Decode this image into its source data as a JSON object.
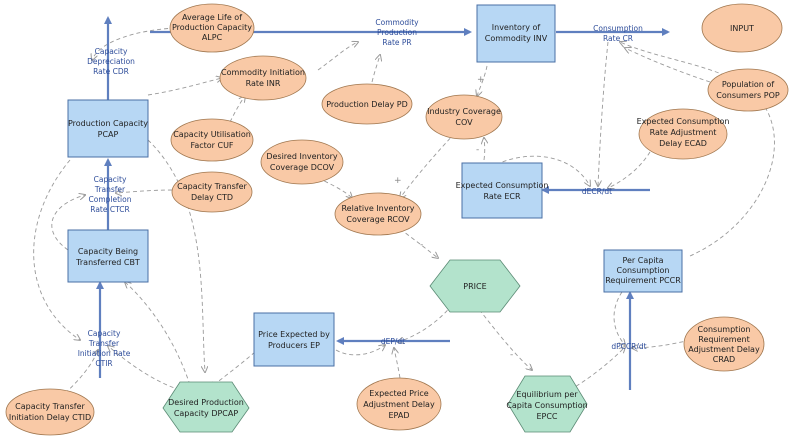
{
  "colors": {
    "stock_fill": "#b7d7f4",
    "stock_stroke": "#4a6fa5",
    "aux_fill": "#f9c9a6",
    "aux_stroke": "#a0774f",
    "hex_fill": "#b3e3cc",
    "hex_stroke": "#5a8a74",
    "flow": "#5f7fbf",
    "link": "#9a9a9a"
  },
  "stocks": [
    {
      "id": "inv",
      "line1": "Inventory of",
      "line2": "Commodity INV"
    },
    {
      "id": "pcap",
      "line1": "Production Capacity",
      "line2": "PCAP"
    },
    {
      "id": "ecr",
      "line1": "Expected Consumption",
      "line2": "Rate ECR"
    },
    {
      "id": "cbt",
      "line1": "Capacity Being",
      "line2": "Transferred CBT"
    },
    {
      "id": "ep",
      "line1": "Price Expected by",
      "line2": "Producers EP"
    },
    {
      "id": "pccr",
      "line1": "Per Capita",
      "line2": "Consumption",
      "line3": "Requirement PCCR"
    }
  ],
  "auxiliaries": [
    {
      "id": "alpc",
      "line1": "Average Life of",
      "line2": "Production Capacity",
      "line3": "ALPC"
    },
    {
      "id": "inr",
      "line1": "Commodity Initiation",
      "line2": "Rate INR"
    },
    {
      "id": "pd",
      "line1": "Production Delay PD"
    },
    {
      "id": "input",
      "line1": "INPUT"
    },
    {
      "id": "pop",
      "line1": "Population of",
      "line2": "Consumers POP"
    },
    {
      "id": "cov",
      "line1": "Industry Coverage",
      "line2": "COV"
    },
    {
      "id": "ecad",
      "line1": "Expected Consumption",
      "line2": "Rate Adjustment",
      "line3": "Delay ECAD"
    },
    {
      "id": "cuf",
      "line1": "Capacity Utilisation",
      "line2": "Factor CUF"
    },
    {
      "id": "dcov",
      "line1": "Desired Inventory",
      "line2": "Coverage DCOV"
    },
    {
      "id": "ctd",
      "line1": "Capacity Transfer",
      "line2": "Delay CTD"
    },
    {
      "id": "rcov",
      "line1": "Relative Inventory",
      "line2": "Coverage RCOV"
    },
    {
      "id": "crad",
      "line1": "Consumption",
      "line2": "Requirement",
      "line3": "Adjustment Delay",
      "line4": "CRAD"
    },
    {
      "id": "epad",
      "line1": "Expected Price",
      "line2": "Adjustment Delay",
      "line3": "EPAD"
    },
    {
      "id": "ctid",
      "line1": "Capacity Transfer",
      "line2": "Initiation Delay CTID"
    }
  ],
  "hexagons": [
    {
      "id": "price",
      "line1": "PRICE"
    },
    {
      "id": "dpcap",
      "line1": "Desired Production",
      "line2": "Capacity DPCAP"
    },
    {
      "id": "epcc",
      "line1": "Equilibrium per",
      "line2": "Capita Consumption",
      "line3": "EPCC"
    }
  ],
  "flows": [
    {
      "id": "pr",
      "line1": "Commodity",
      "line2": "Production",
      "line3": "Rate PR"
    },
    {
      "id": "cr",
      "line1": "Consumption",
      "line2": "Rate CR"
    },
    {
      "id": "cdr",
      "line1": "Capacity",
      "line2": "Depreciation",
      "line3": "Rate CDR"
    },
    {
      "id": "ctcr",
      "line1": "Capacity",
      "line2": "Transfer",
      "line3": "Completion",
      "line4": "Rate CTCR"
    },
    {
      "id": "ctir",
      "line1": "Capacity",
      "line2": "Transfer",
      "line3": "Initiation Rate",
      "line4": "CTIR"
    },
    {
      "id": "decr",
      "line1": "dECR/dt"
    },
    {
      "id": "depdt",
      "line1": "dEP/dt"
    },
    {
      "id": "dpccr",
      "line1": "dPCCR/dt"
    }
  ],
  "signs": {
    "plus": "+",
    "minus": "-"
  }
}
